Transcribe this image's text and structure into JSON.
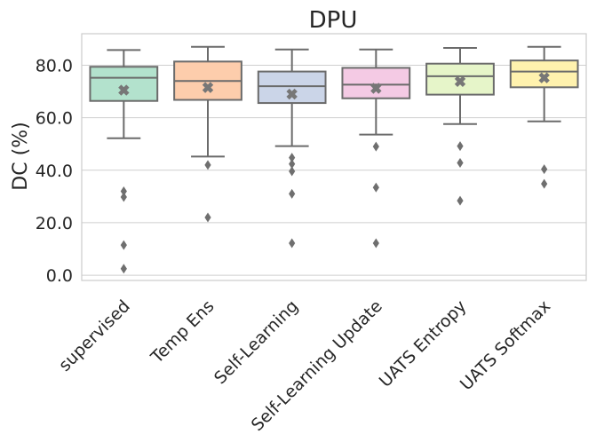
{
  "chart_data": {
    "type": "box",
    "title": "DPU",
    "xlabel": "",
    "ylabel": "DC (%)",
    "ylim": [
      -2,
      92
    ],
    "yticks": [
      0,
      20,
      40,
      60,
      80
    ],
    "ytick_labels": [
      "0.0",
      "20.0",
      "40.0",
      "60.0",
      "80.0"
    ],
    "grid": "horizontal",
    "categories": [
      "supervised",
      "Temp Ens",
      "Self-Learning",
      "Self-Learning Update",
      "UATS Entropy",
      "UATS Softmax"
    ],
    "colors": [
      "#b3e2cd",
      "#fdcdac",
      "#cbd5e8",
      "#f4cae4",
      "#e6f5c9",
      "#fff2ae"
    ],
    "boxes": [
      {
        "whislo": 52.2,
        "q1": 66.4,
        "med": 75.2,
        "q3": 79.4,
        "whishi": 85.8,
        "mean": 70.5,
        "fliers": [
          32.0,
          29.8,
          11.5,
          2.5
        ]
      },
      {
        "whislo": 45.2,
        "q1": 66.8,
        "med": 74.0,
        "q3": 81.4,
        "whishi": 87.0,
        "mean": 71.5,
        "fliers": [
          42.0,
          22.0
        ]
      },
      {
        "whislo": 49.2,
        "q1": 65.6,
        "med": 72.0,
        "q3": 77.6,
        "whishi": 86.0,
        "mean": 69.0,
        "fliers": [
          44.8,
          42.4,
          39.6,
          31.0,
          12.2
        ]
      },
      {
        "whislo": 53.6,
        "q1": 67.4,
        "med": 72.6,
        "q3": 79.0,
        "whishi": 86.0,
        "mean": 71.2,
        "fliers": [
          49.0,
          33.4,
          12.2
        ]
      },
      {
        "whislo": 57.6,
        "q1": 68.8,
        "med": 75.8,
        "q3": 80.6,
        "whishi": 86.6,
        "mean": 73.8,
        "fliers": [
          49.2,
          42.8,
          28.4
        ]
      },
      {
        "whislo": 58.6,
        "q1": 71.6,
        "med": 77.6,
        "q3": 81.8,
        "whishi": 87.0,
        "mean": 75.2,
        "fliers": [
          40.4,
          34.8
        ]
      }
    ]
  }
}
